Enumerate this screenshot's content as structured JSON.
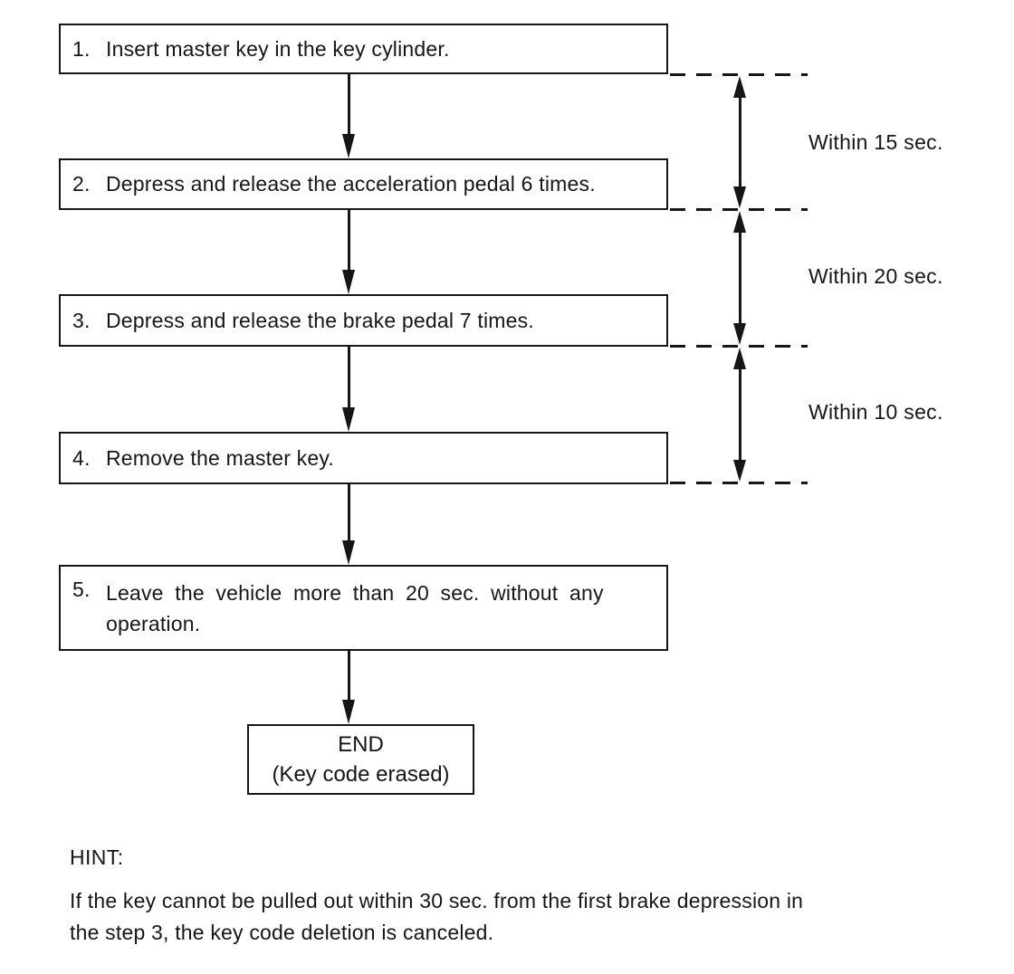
{
  "flowchart": {
    "steps": [
      {
        "number": "1.",
        "text": "Insert master key in the key cylinder."
      },
      {
        "number": "2.",
        "text": "Depress and release the acceleration pedal 6 times."
      },
      {
        "number": "3.",
        "text": "Depress and release the brake pedal 7 times."
      },
      {
        "number": "4.",
        "text": "Remove the master key."
      },
      {
        "number": "5.",
        "text_line1": "Leave the vehicle more than 20 sec. without any",
        "text_line2": "operation."
      }
    ],
    "end_box": {
      "title": "END",
      "subtitle": "(Key code erased)"
    },
    "timing_labels": [
      "Within 15 sec.",
      "Within 20 sec.",
      "Within 10 sec."
    ]
  },
  "hint": {
    "heading": "HINT:",
    "line1": "If the key cannot be pulled out within 30 sec. from the first brake depression in",
    "line2": "the step 3, the key code deletion is canceled."
  },
  "colors": {
    "ink": "#161616",
    "background": "#ffffff"
  }
}
